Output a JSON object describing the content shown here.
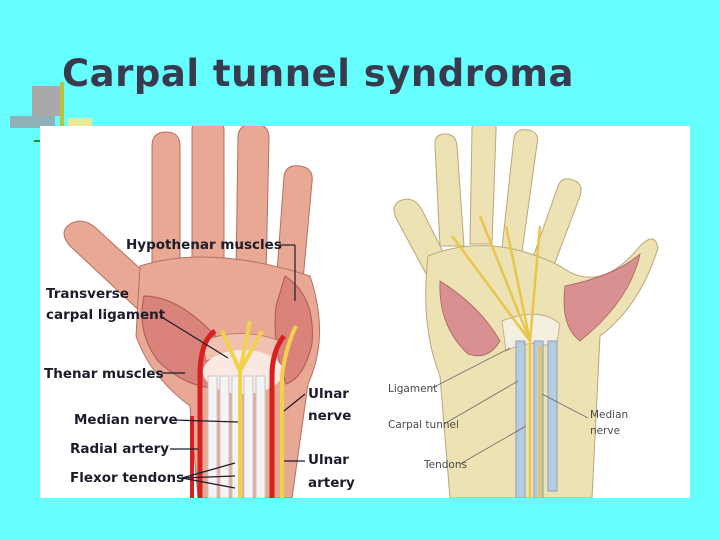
{
  "slide": {
    "title": "Carpal tunnel syndroma"
  },
  "diagram_left": {
    "labels": {
      "hypothenar": "Hypothenar muscles",
      "transverse_1": "Transverse",
      "transverse_2": "carpal ligament",
      "thenar": "Thenar muscles",
      "median_nerve": "Median nerve",
      "radial_artery": "Radial artery",
      "flexor_tendons": "Flexor tendons",
      "ulnar_nerve_1": "Ulnar",
      "ulnar_nerve_2": "nerve",
      "ulnar_artery_1": "Ulnar",
      "ulnar_artery_2": "artery"
    }
  },
  "diagram_right": {
    "labels": {
      "ligament": "Ligament",
      "carpal_tunnel": "Carpal tunnel",
      "tendons": "Tendons",
      "median_nerve_1": "Median",
      "median_nerve_2": "nerve"
    }
  },
  "colors": {
    "background": "#66ffff",
    "title": "#3a3a4e",
    "skin": "#e8a894",
    "muscle": "#d9827a",
    "nerve": "#f2d24a",
    "artery": "#d92020",
    "tendon": "#f4f4f4"
  }
}
